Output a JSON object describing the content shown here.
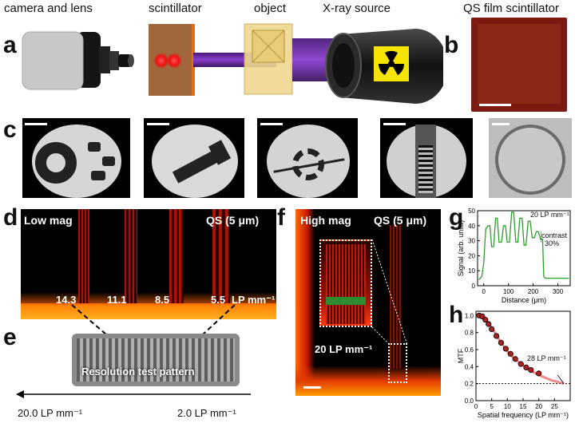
{
  "panels": {
    "a": "a",
    "b": "b",
    "c": "c",
    "d": "d",
    "e": "e",
    "f": "f",
    "g": "g",
    "h": "h"
  },
  "panel_a": {
    "camera_label": "camera and lens",
    "scintillator_label": "scintillator",
    "object_label": "object",
    "source_label": "X-ray source"
  },
  "panel_b": {
    "title": "QS film scintillator"
  },
  "panel_d": {
    "left_title": "Low mag",
    "right_title": "QS (5 μm)",
    "freq_labels": [
      "14.3",
      "11.1",
      "8.5",
      "5.5"
    ],
    "unit": "LP mm⁻¹"
  },
  "panel_e": {
    "caption": "Resolution test pattern",
    "left_freq": "20.0 LP mm⁻¹",
    "right_freq": "2.0 LP mm⁻¹"
  },
  "panel_f": {
    "left_title": "High mag",
    "right_title": "QS (5 μm)",
    "freq_label": "20 LP mm⁻¹"
  },
  "panel_g": {
    "annotation": "20 LP mm⁻¹",
    "contrast_label": "contrast",
    "contrast_value": "30%"
  },
  "panel_h": {
    "annotation": "28 LP mm⁻¹"
  },
  "chart_data": [
    {
      "panel": "g",
      "type": "line",
      "xlabel": "Distance (μm)",
      "ylabel": "Signal (arb. units)",
      "xlim": [
        -25,
        350
      ],
      "ylim": [
        0,
        50
      ],
      "xticks": [
        0,
        100,
        200,
        300
      ],
      "yticks": [
        0,
        10,
        20,
        30,
        40,
        50
      ],
      "color": "#2ca02c",
      "x": [
        -20,
        -8,
        0,
        8,
        18,
        25,
        32,
        40,
        48,
        55,
        62,
        72,
        80,
        88,
        95,
        104,
        113,
        121,
        130,
        138,
        146,
        155,
        163,
        171,
        180,
        188,
        196,
        205,
        213,
        221,
        230,
        238,
        243,
        250,
        300,
        345
      ],
      "y": [
        4,
        6,
        15,
        38,
        40,
        40,
        26,
        26,
        45,
        45,
        29,
        29,
        40,
        40,
        29,
        29,
        49,
        49,
        29,
        29,
        45,
        45,
        27,
        27,
        43,
        43,
        32,
        32,
        36,
        36,
        31,
        31,
        6,
        5,
        5,
        5
      ]
    },
    {
      "panel": "h",
      "type": "scatter",
      "xlabel": "Spatial frequency (LP mm⁻¹)",
      "ylabel": "MTF",
      "xlim": [
        0,
        30
      ],
      "ylim": [
        0,
        1.05
      ],
      "xticks": [
        0,
        5,
        10,
        15,
        20,
        25
      ],
      "yticks": [
        0.0,
        0.2,
        0.4,
        0.6,
        0.8,
        1.0
      ],
      "threshold": 0.2,
      "points_x": [
        1,
        2,
        3,
        4,
        5,
        6.5,
        8,
        9.5,
        11,
        12.5,
        14.3,
        16,
        17.5,
        20
      ],
      "points_y": [
        1.0,
        0.99,
        0.95,
        0.9,
        0.84,
        0.76,
        0.68,
        0.61,
        0.55,
        0.49,
        0.43,
        0.39,
        0.36,
        0.32
      ],
      "fit_x": [
        0,
        2,
        4,
        6,
        8,
        10,
        12,
        14,
        16,
        18,
        20,
        22,
        24,
        26,
        28
      ],
      "fit_y": [
        1.0,
        0.98,
        0.91,
        0.8,
        0.68,
        0.58,
        0.5,
        0.44,
        0.39,
        0.34,
        0.3,
        0.27,
        0.24,
        0.22,
        0.2
      ]
    }
  ]
}
